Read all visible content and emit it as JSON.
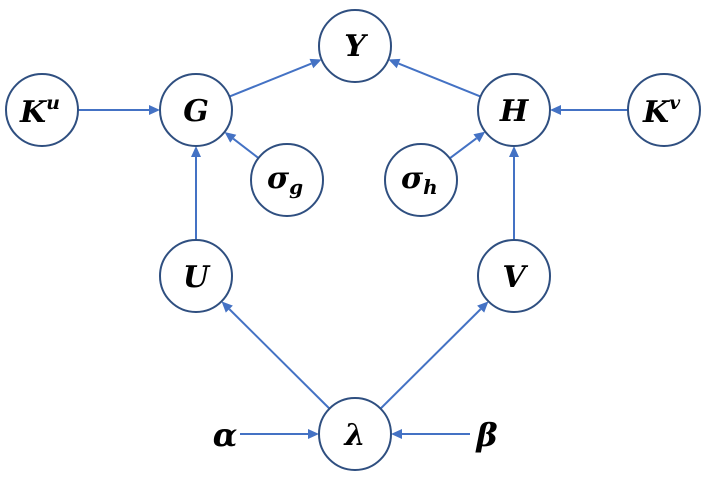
{
  "nodes": {
    "Y": {
      "main": "Y"
    },
    "G": {
      "main": "G"
    },
    "H": {
      "main": "H"
    },
    "Ku": {
      "main": "K",
      "sup": "u"
    },
    "Kv": {
      "main": "K",
      "sup": "v"
    },
    "sigma_g": {
      "main": "σ",
      "sub": "g"
    },
    "sigma_h": {
      "main": "σ",
      "sub": "h"
    },
    "U": {
      "main": "U"
    },
    "V": {
      "main": "V"
    },
    "lambda": {
      "main": "λ"
    }
  },
  "free_labels": {
    "alpha": "α",
    "beta": "β"
  },
  "colors": {
    "edge": "#4472c4",
    "node_border": "#2f4f80",
    "text": "#000000"
  },
  "edges": [
    {
      "from": "G",
      "to": "Y"
    },
    {
      "from": "H",
      "to": "Y"
    },
    {
      "from": "Ku",
      "to": "G"
    },
    {
      "from": "Kv",
      "to": "H"
    },
    {
      "from": "sigma_g",
      "to": "G"
    },
    {
      "from": "sigma_h",
      "to": "H"
    },
    {
      "from": "U",
      "to": "G"
    },
    {
      "from": "V",
      "to": "H"
    },
    {
      "from": "lambda",
      "to": "U"
    },
    {
      "from": "lambda",
      "to": "V"
    },
    {
      "from": "alpha",
      "to": "lambda"
    },
    {
      "from": "beta",
      "to": "lambda"
    }
  ]
}
